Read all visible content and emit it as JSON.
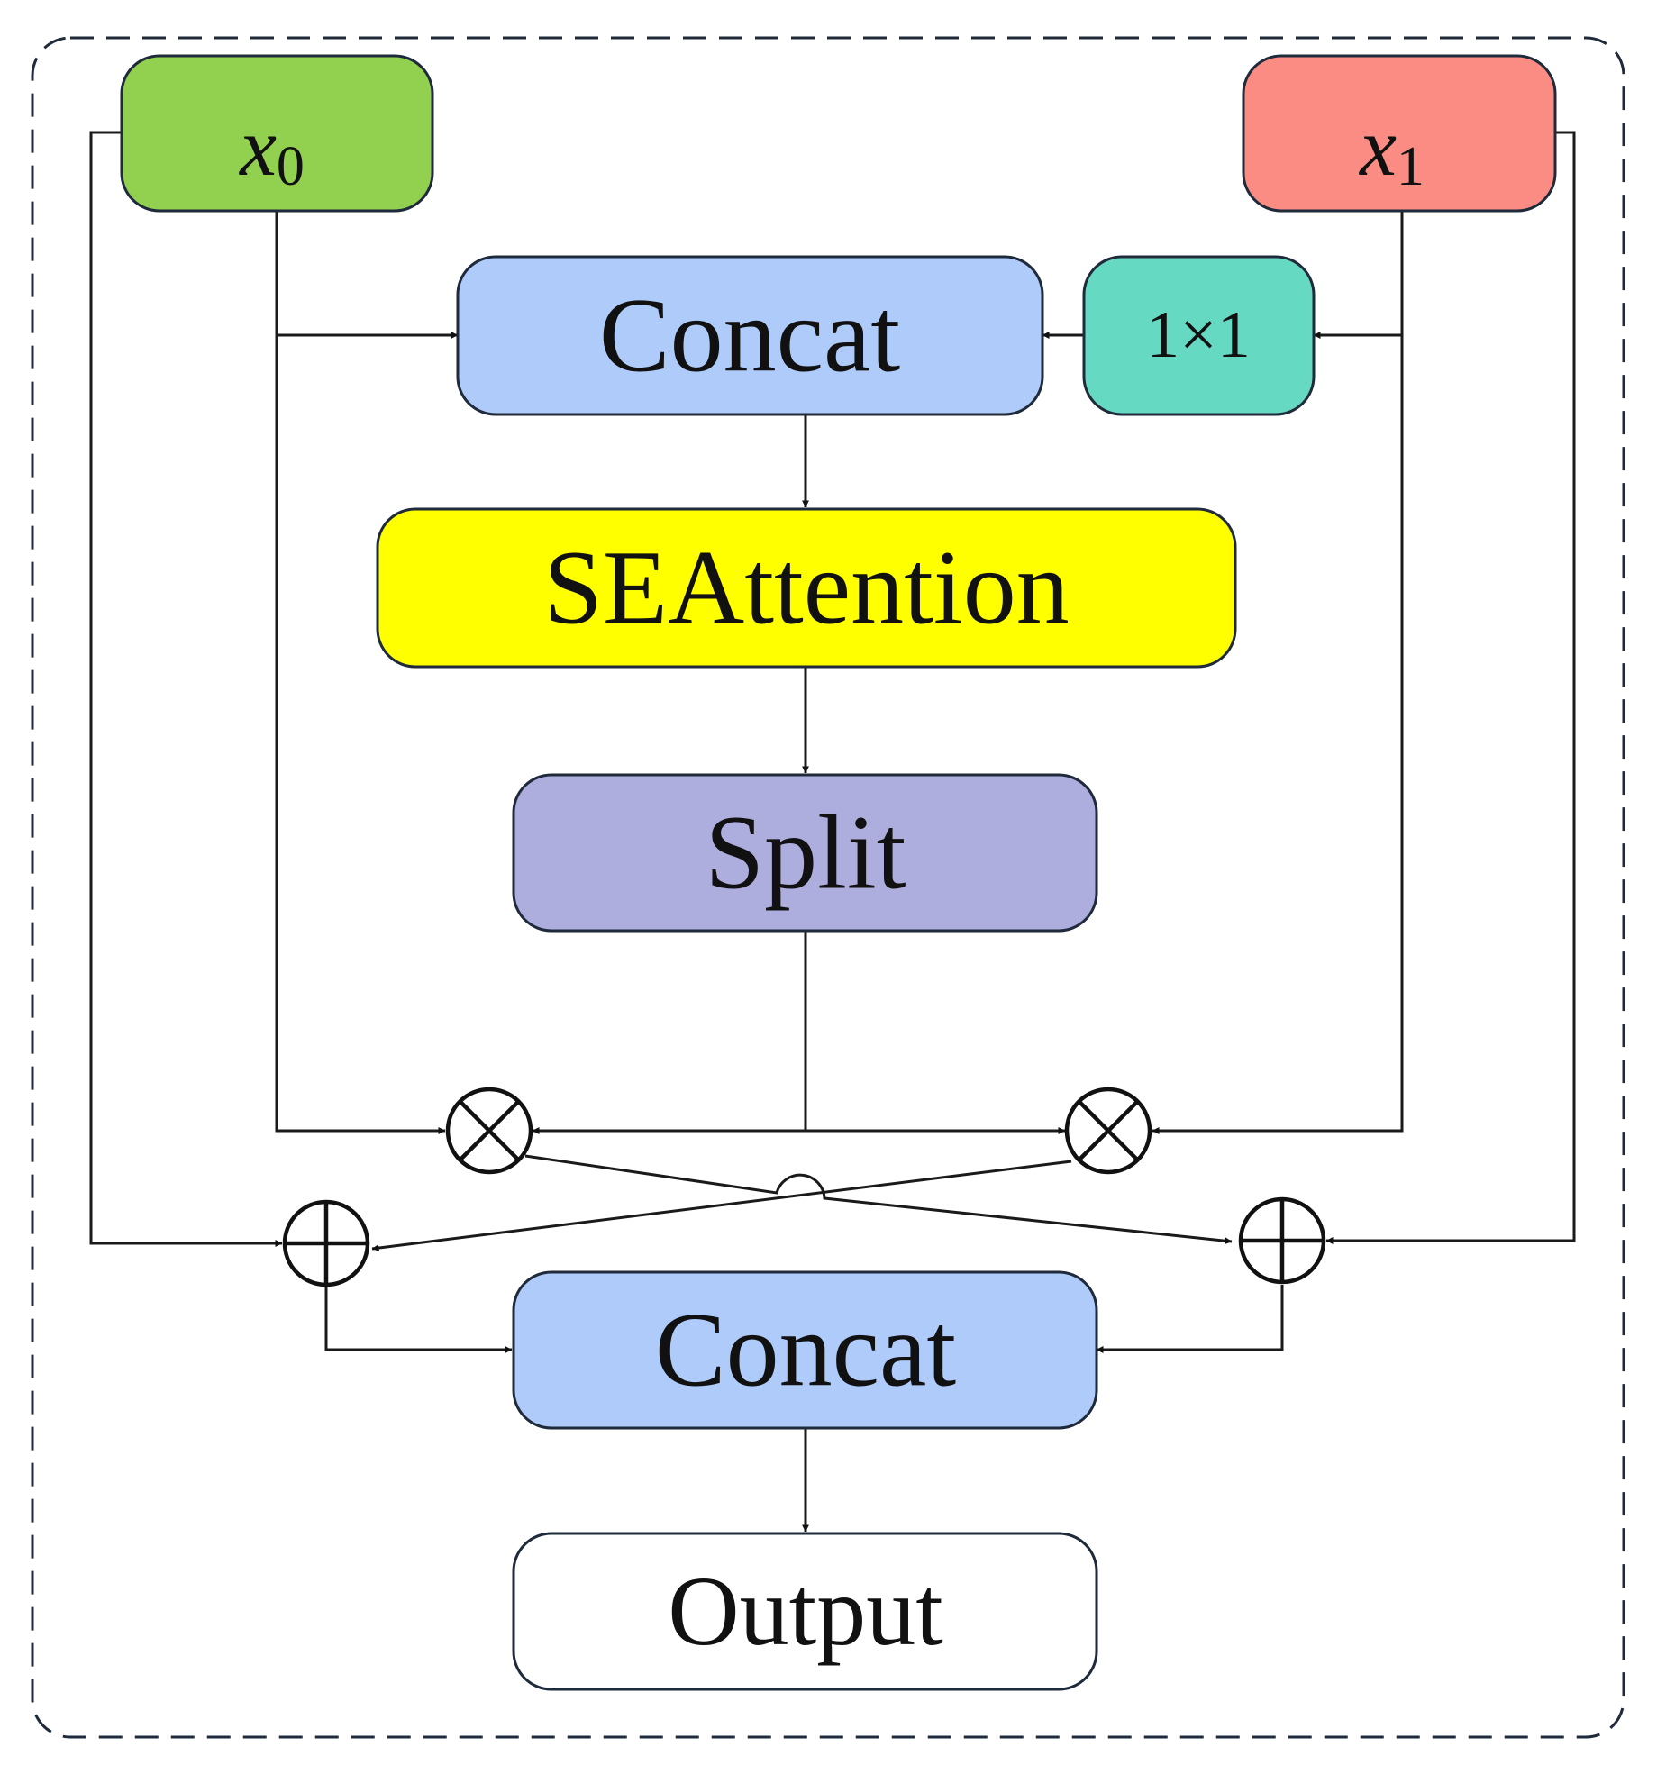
{
  "nodes": {
    "x0": {
      "base": "x",
      "subscript": "0",
      "color": "#92d050"
    },
    "x1": {
      "base": "x",
      "subscript": "1",
      "color": "#fa8c84"
    },
    "conv1x1": {
      "label": "1×1",
      "color": "#66d9c3"
    },
    "concat_top": {
      "label": "Concat",
      "color": "#aecbfa"
    },
    "seattention": {
      "label": "SEAttention",
      "color": "#ffff00"
    },
    "split": {
      "label": "Split",
      "color": "#adadde"
    },
    "concat_bottom": {
      "label": "Concat",
      "color": "#aecbfa"
    },
    "output": {
      "label": "Output",
      "color": "#ffffff"
    }
  },
  "operators": {
    "multiply": "⊗",
    "add": "⊕"
  },
  "frame": {
    "style": "dashed",
    "color": "#1f2a3a"
  }
}
